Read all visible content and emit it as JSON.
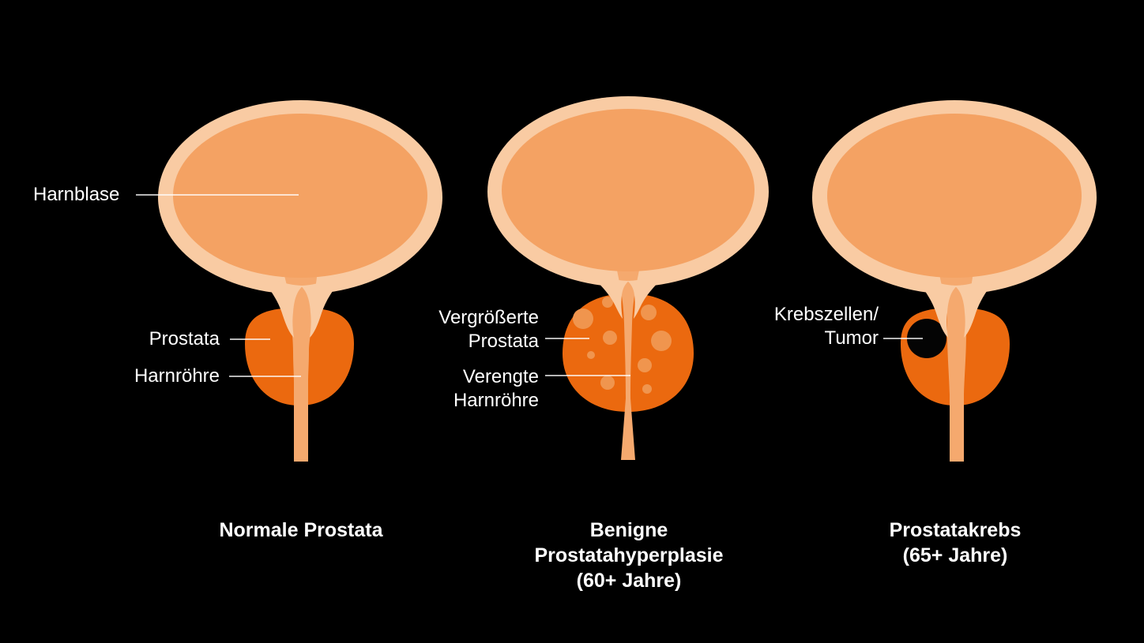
{
  "colors": {
    "background": "#000000",
    "bladder_wall": "#F9CBA3",
    "bladder_inner": "#F4A263",
    "prostate": "#EB690F",
    "urethra": "#F5A96E",
    "nodule": "#F0954E",
    "tumor": "#040404",
    "leader_line": "#FFFFFF",
    "text": "#FFFFFF"
  },
  "figures": [
    {
      "caption": [
        "Normale Prostata"
      ],
      "labels": {
        "bladder": "Harnblase",
        "prostate": "Prostata",
        "urethra": "Harnröhre"
      }
    },
    {
      "caption": [
        "Benigne",
        "Prostatahyperplasie",
        "(60+ Jahre)"
      ],
      "labels": {
        "enlarged_prostate": [
          "Vergrößerte",
          "Prostata"
        ],
        "narrowed_urethra": [
          "Verengte",
          "Harnröhre"
        ]
      }
    },
    {
      "caption": [
        "Prostatakrebs",
        "(65+ Jahre)"
      ],
      "labels": {
        "cancer_tumor": [
          "Krebszellen/",
          "Tumor"
        ]
      }
    }
  ]
}
